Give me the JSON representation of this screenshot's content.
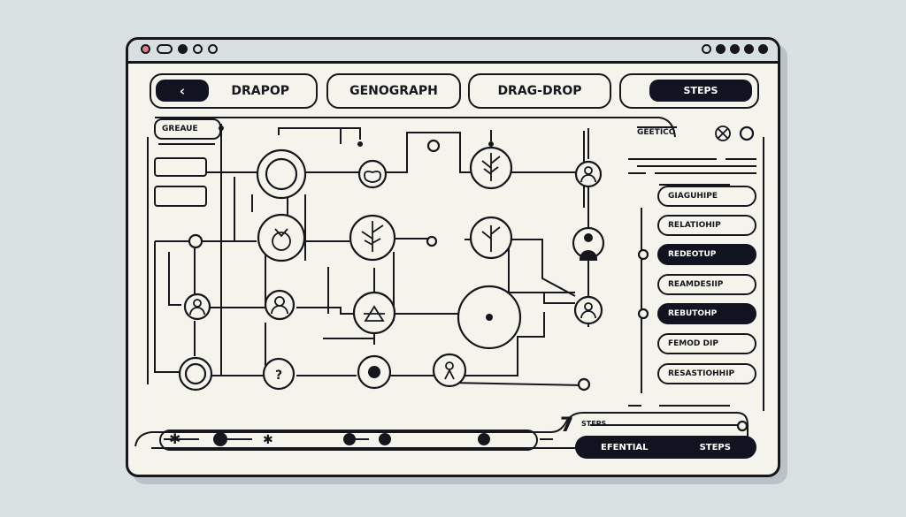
{
  "window": {
    "controls_left": [
      "close",
      "minimize",
      "dot",
      "dot",
      "dot"
    ],
    "controls_right": [
      "dot",
      "dot",
      "dot",
      "dot",
      "dot"
    ]
  },
  "tabs": [
    {
      "label": "DRAPOP",
      "back_icon": "chevron-left-icon"
    },
    {
      "label": "GENOGRAPH"
    },
    {
      "label": "DRAG-DROP"
    },
    {
      "label": "STEPS"
    }
  ],
  "left_panel": {
    "title": "GREAUE"
  },
  "right_panel": {
    "title": "GEETICO",
    "items": [
      {
        "label": "GIAGUHIPE",
        "active": false
      },
      {
        "label": "RELATIOHIP",
        "active": false
      },
      {
        "label": "REDEOTUP",
        "active": true
      },
      {
        "label": "REAMDESIIP",
        "active": false
      },
      {
        "label": "REBUTOHP",
        "active": true
      },
      {
        "label": "FEMOD DIP",
        "active": false
      },
      {
        "label": "RESASTIOHHIP",
        "active": false
      }
    ]
  },
  "footer": {
    "step_count": "7",
    "steps_label": "STEPS",
    "button_left": "EFENTIAL",
    "button_right": "STEPS"
  },
  "colors": {
    "ink": "#16161c",
    "paper": "#f4f3ec",
    "accent_red": "#e77b8c",
    "titlebar": "#d7dfe0"
  }
}
